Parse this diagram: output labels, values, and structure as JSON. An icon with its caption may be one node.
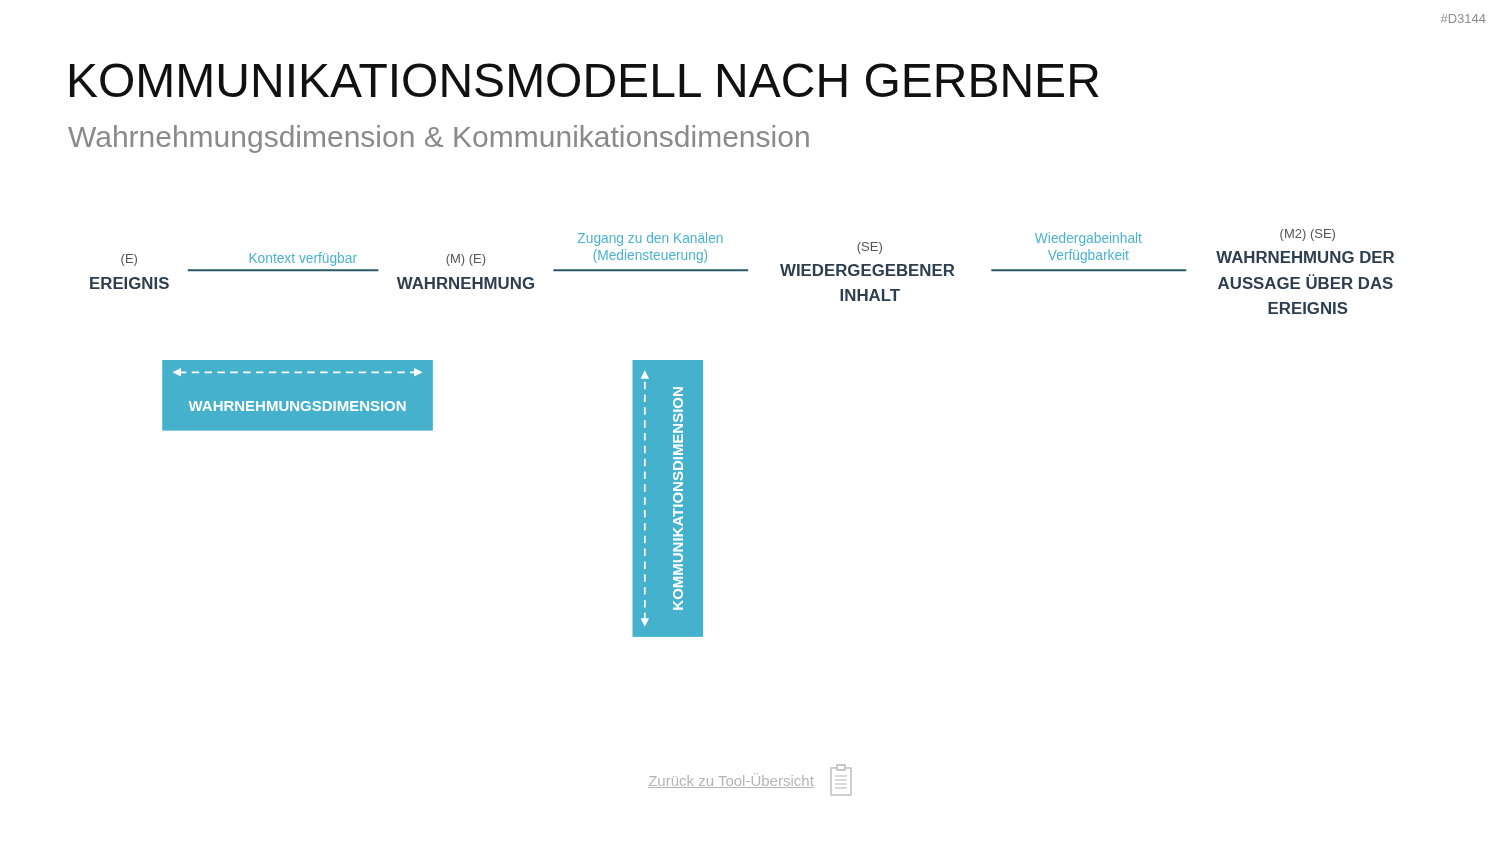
{
  "diagram": {
    "title": "KOMMUNIKATIONSMODELL NACH GERBNER",
    "nodes": [
      {
        "text": [
          "(E)",
          "EREIGNIS"
        ]
      },
      {
        "text": [
          "(M) (E)",
          "WAHRNEHMUNG"
        ]
      },
      {
        "text": [
          "WAHRNEHMUNGSDIMENSION"
        ]
      },
      {
        "text": [
          "KOMMUNIKATIONSDIMENSION"
        ]
      },
      {
        "text": [
          "(SE)",
          "WIEDERGEGEBENER INHALT"
        ]
      },
      {
        "text": [
          "(M2) (SE)",
          "WAHRNEHMUNG DER AUSSAGE ÜBER DAS EREIGNIS"
        ]
      }
    ],
    "edges": [
      {
        "from": 0,
        "to": 1,
        "arrow": "none",
        "label": "Kontext verfügbar"
      },
      {
        "from": 1,
        "to": 4,
        "arrow": "none",
        "label": "Zugang zu den Kanälen (Mediensteuerung)"
      },
      {
        "from": 4,
        "to": 5,
        "arrow": "none",
        "label": "Wiedergabeinhalt Verfügbarkeit"
      }
    ],
    "labels": [
      "#D3144",
      "Wahrnehmungsdimension & Kommunikationsdimension",
      "Zurück zu Tool-Übersicht"
    ]
  }
}
